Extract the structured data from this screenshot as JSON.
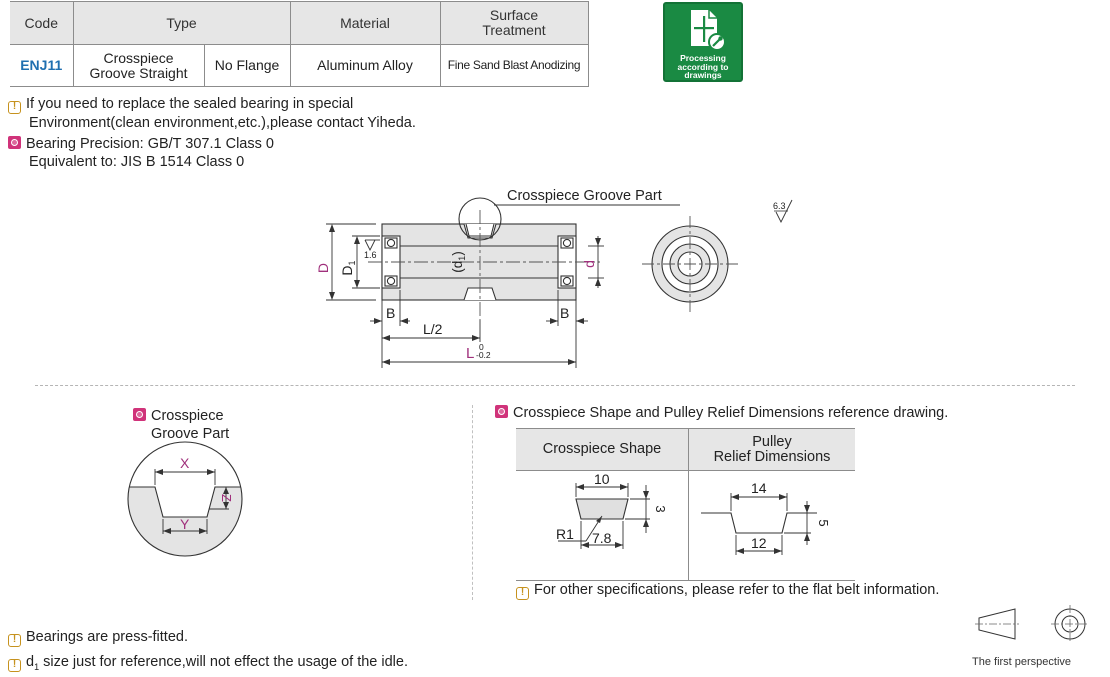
{
  "spec_table": {
    "headers": {
      "code": "Code",
      "type": "Type",
      "material": "Material",
      "surface_line1": "Surface",
      "surface_line2": "Treatment"
    },
    "row": {
      "code": "ENJ11",
      "type_line1": "Crosspiece",
      "type_line2": "Groove Straight",
      "flange": "No Flange",
      "material": "Aluminum Alloy",
      "surface": "Fine Sand Blast Anodizing"
    }
  },
  "badge": {
    "line1": "Processing",
    "line2": "according to",
    "line3": "drawings",
    "color": "#1a8a43"
  },
  "notes": {
    "replace_line1": "If you need to replace the sealed bearing in special",
    "replace_line2": "Environment(clean environment,etc.),please contact Yiheda.",
    "precision_line1": "Bearing Precision: GB/T 307.1 Class 0",
    "precision_line2": "Equivalent to:  JIS  B 1514 Class 0",
    "press_fitted": "Bearings are press-fitted.",
    "d1_prefix": "d",
    "d1_sub": "1",
    "d1_rest": " size just for reference,will not effect the usage of the idle."
  },
  "main_drawing": {
    "callout": "Crosspiece Groove Part",
    "roughness": "6.3",
    "roughness_inner": "1.6",
    "D": "D",
    "D1": "D",
    "D1_sub": "1",
    "d": "d",
    "d1": "(d",
    "d1_sub": "1",
    "d1_close": ")",
    "B_left": "B",
    "B_right": "B",
    "L_half": "L/2",
    "L": "L",
    "L_tol_upper": "0",
    "L_tol_lower": "-0.2"
  },
  "groove_detail": {
    "title_line1": "Crosspiece",
    "title_line2": "Groove Part",
    "X": "X",
    "Y": "Y",
    "Z": "Z"
  },
  "shape_section": {
    "title": "Crosspiece Shape and Pulley Relief Dimensions reference drawing.",
    "col1": "Crosspiece Shape",
    "col2_line1": "Pulley",
    "col2_line2": "Relief Dimensions",
    "shape_top": "10",
    "shape_height": "3",
    "shape_radius": "R1",
    "shape_bottom": "7.8",
    "relief_top": "14",
    "relief_height": "5",
    "relief_bottom": "12",
    "note": "For other specifications, please refer to the flat belt information."
  },
  "perspective": {
    "label": "The first perspective"
  },
  "colors": {
    "accent": "#d0337a",
    "code_blue": "#1f6fb0",
    "warning": "#c6921e",
    "dim_magenta": "#a0307c"
  }
}
